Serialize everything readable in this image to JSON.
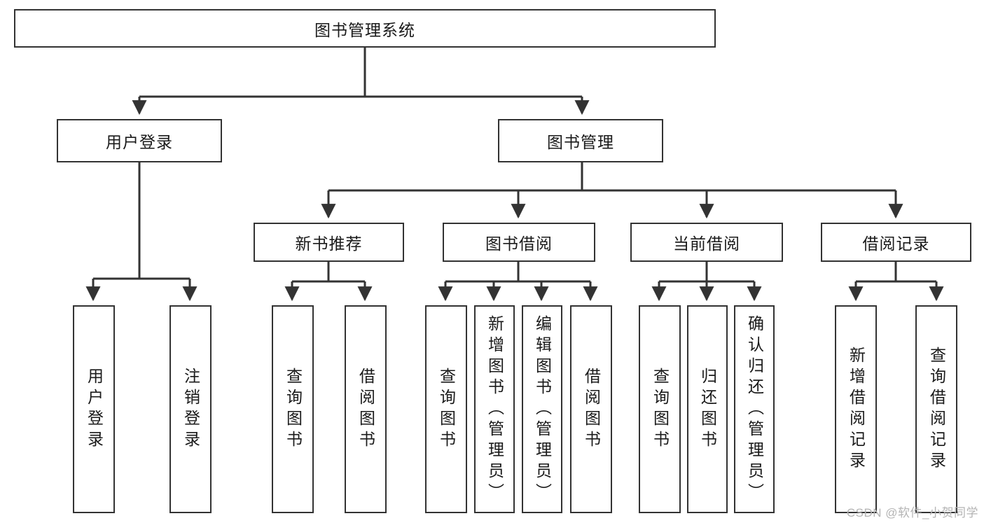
{
  "diagram": {
    "type": "tree",
    "title": "图书管理系统",
    "watermark": "CSDN @软件_小贺同学",
    "colors": {
      "border": "#333333",
      "background": "#ffffff",
      "text": "#1a1a1a",
      "watermark": "#b4b4b4"
    },
    "levels": {
      "root": {
        "label": "图书管理系统"
      },
      "level2": [
        {
          "id": "user-login",
          "label": "用户登录"
        },
        {
          "id": "book-manage",
          "label": "图书管理"
        }
      ],
      "level3": [
        {
          "id": "new-book-recommend",
          "label": "新书推荐",
          "parent": "book-manage"
        },
        {
          "id": "book-borrow",
          "label": "图书借阅",
          "parent": "book-manage"
        },
        {
          "id": "current-borrow",
          "label": "当前借阅",
          "parent": "book-manage"
        },
        {
          "id": "borrow-record",
          "label": "借阅记录",
          "parent": "book-manage"
        }
      ],
      "leaves": [
        {
          "id": "leaf-user-login",
          "label": "用户登录",
          "parent": "user-login"
        },
        {
          "id": "leaf-logout",
          "label": "注销登录",
          "parent": "user-login"
        },
        {
          "id": "leaf-query-book-1",
          "label": "查询图书",
          "parent": "new-book-recommend"
        },
        {
          "id": "leaf-borrow-book-1",
          "label": "借阅图书",
          "parent": "new-book-recommend"
        },
        {
          "id": "leaf-query-book-2",
          "label": "查询图书",
          "parent": "book-borrow"
        },
        {
          "id": "leaf-add-book",
          "label": "新增图书（管理员）",
          "parent": "book-borrow"
        },
        {
          "id": "leaf-edit-book",
          "label": "编辑图书（管理员）",
          "parent": "book-borrow"
        },
        {
          "id": "leaf-borrow-book-2",
          "label": "借阅图书",
          "parent": "book-borrow"
        },
        {
          "id": "leaf-query-book-3",
          "label": "查询图书",
          "parent": "current-borrow"
        },
        {
          "id": "leaf-return-book",
          "label": "归还图书",
          "parent": "current-borrow"
        },
        {
          "id": "leaf-confirm-return",
          "label": "确认归还（管理员）",
          "parent": "current-borrow"
        },
        {
          "id": "leaf-add-record",
          "label": "新增借阅记录",
          "parent": "borrow-record"
        },
        {
          "id": "leaf-query-record",
          "label": "查询借阅记录",
          "parent": "borrow-record"
        }
      ]
    }
  }
}
